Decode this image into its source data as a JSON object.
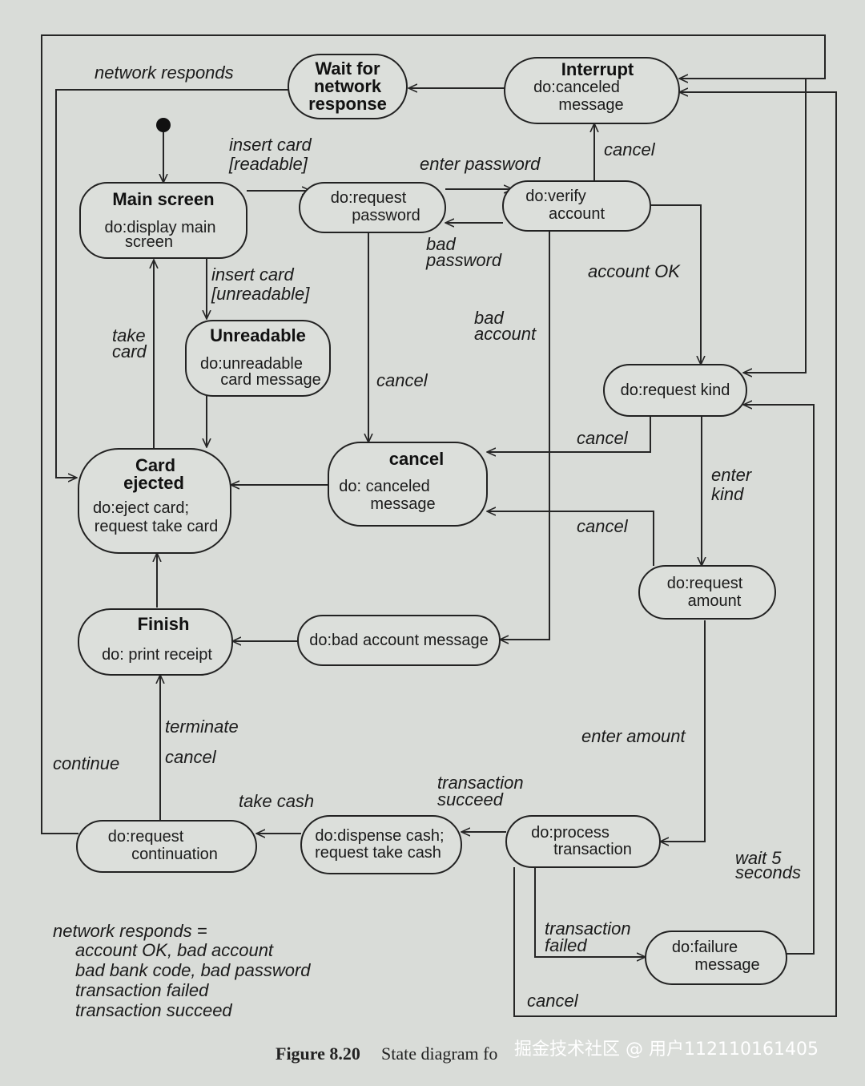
{
  "states": {
    "wait_network": "Wait for network response",
    "interrupt_title": "Interrupt",
    "interrupt_do_1": "do:canceled",
    "interrupt_do_2": "message",
    "main_title": "Main screen",
    "main_do_1": "do:display main",
    "main_do_2": "screen",
    "request_password_1": "do:request",
    "request_password_2": "password",
    "verify_account_1": "do:verify",
    "verify_account_2": "account",
    "unreadable_title": "Unreadable",
    "unreadable_do_1": "do:unreadable",
    "unreadable_do_2": "card message",
    "request_kind": "do:request kind",
    "card_ejected_1": "Card",
    "card_ejected_2": "ejected",
    "card_ejected_do_1": "do:eject card;",
    "card_ejected_do_2": "request take card",
    "cancel_title": "cancel",
    "cancel_do_1": "do: canceled",
    "cancel_do_2": "message",
    "request_amount_1": "do:request",
    "request_amount_2": "amount",
    "finish_title": "Finish",
    "finish_do": "do: print receipt",
    "bad_account_msg": "do:bad account message",
    "request_continuation_1": "do:request",
    "request_continuation_2": "continuation",
    "dispense_cash_1": "do:dispense cash;",
    "dispense_cash_2": "request take cash",
    "process_transaction_1": "do:process",
    "process_transaction_2": "transaction",
    "failure_message_1": "do:failure",
    "failure_message_2": "message"
  },
  "transitions": {
    "network_responds": "network responds",
    "insert_readable_1": "insert card",
    "insert_readable_2": "[readable]",
    "enter_password": "enter password",
    "cancel_interrupt": "cancel",
    "bad_password_1": "bad",
    "bad_password_2": "password",
    "account_ok": "account OK",
    "insert_unreadable_1": "insert card",
    "insert_unreadable_2": "[unreadable]",
    "take_card_1": "take",
    "take_card_2": "card",
    "bad_account_1": "bad",
    "bad_account_2": "account",
    "cancel_password": "cancel",
    "cancel_kind": "cancel",
    "enter_kind_1": "enter",
    "enter_kind_2": "kind",
    "cancel_amount": "cancel",
    "terminate": "terminate",
    "cancel_finish": "cancel",
    "continue": "continue",
    "enter_amount": "enter amount",
    "transaction_succeed_1": "transaction",
    "transaction_succeed_2": "succeed",
    "take_cash": "take cash",
    "transaction_failed_1": "transaction",
    "transaction_failed_2": "failed",
    "wait_5_seconds_1": "wait 5",
    "wait_5_seconds_2": "seconds",
    "cancel_bottom": "cancel"
  },
  "note": {
    "line1": "network responds =",
    "line2": "account OK, bad account",
    "line3": "bad bank code, bad password",
    "line4": "transaction failed",
    "line5": "transaction succeed"
  },
  "caption": {
    "label": "Figure 8.20",
    "text": "State diagram fo"
  },
  "watermark": "掘金技术社区 @ 用户112110161405"
}
